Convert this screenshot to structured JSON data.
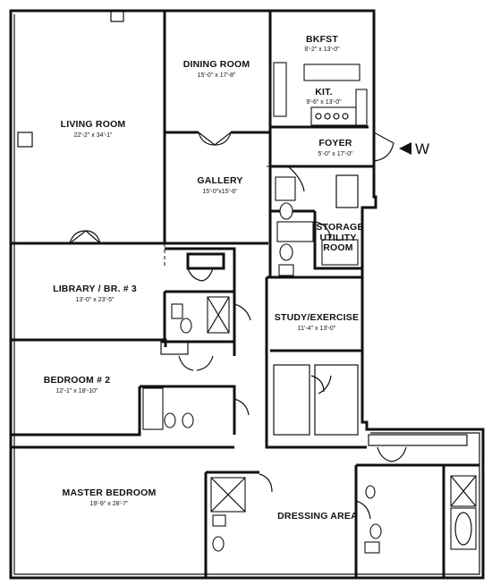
{
  "rooms": {
    "living": {
      "name": "LIVING ROOM",
      "dims": "22'-2\" x 34'-1\""
    },
    "dining": {
      "name": "DINING ROOM",
      "dims": "15'-0\" x 17'-8\""
    },
    "bkfst": {
      "name": "BKFST",
      "dims": "8'-2\" x 13'-0\""
    },
    "kit": {
      "name": "KIT.",
      "dims": "9'-6\" x 13'-0\""
    },
    "foyer": {
      "name": "FOYER",
      "dims": "5'-0\" x 17'-0\""
    },
    "gallery": {
      "name": "GALLERY",
      "dims": "15'-0\"x15'-6\""
    },
    "storage": {
      "name": "STORAGE"
    },
    "utility": {
      "name": "UTILITY",
      "name2": "ROOM"
    },
    "library": {
      "name": "LIBRARY / BR. # 3",
      "dims": "13'-0\" x 23'-5\""
    },
    "study": {
      "name": "STUDY/EXERCISE",
      "dims": "11'-4\" x 13'-0\""
    },
    "bedroom2": {
      "name": "BEDROOM # 2",
      "dims": "12'-1\" x 18'-10\""
    },
    "master": {
      "name": "MASTER BEDROOM",
      "dims": "19'-9\" x 28'-7\""
    },
    "dressing": {
      "name": "DRESSING AREA"
    }
  },
  "entry": {
    "label": "W"
  }
}
